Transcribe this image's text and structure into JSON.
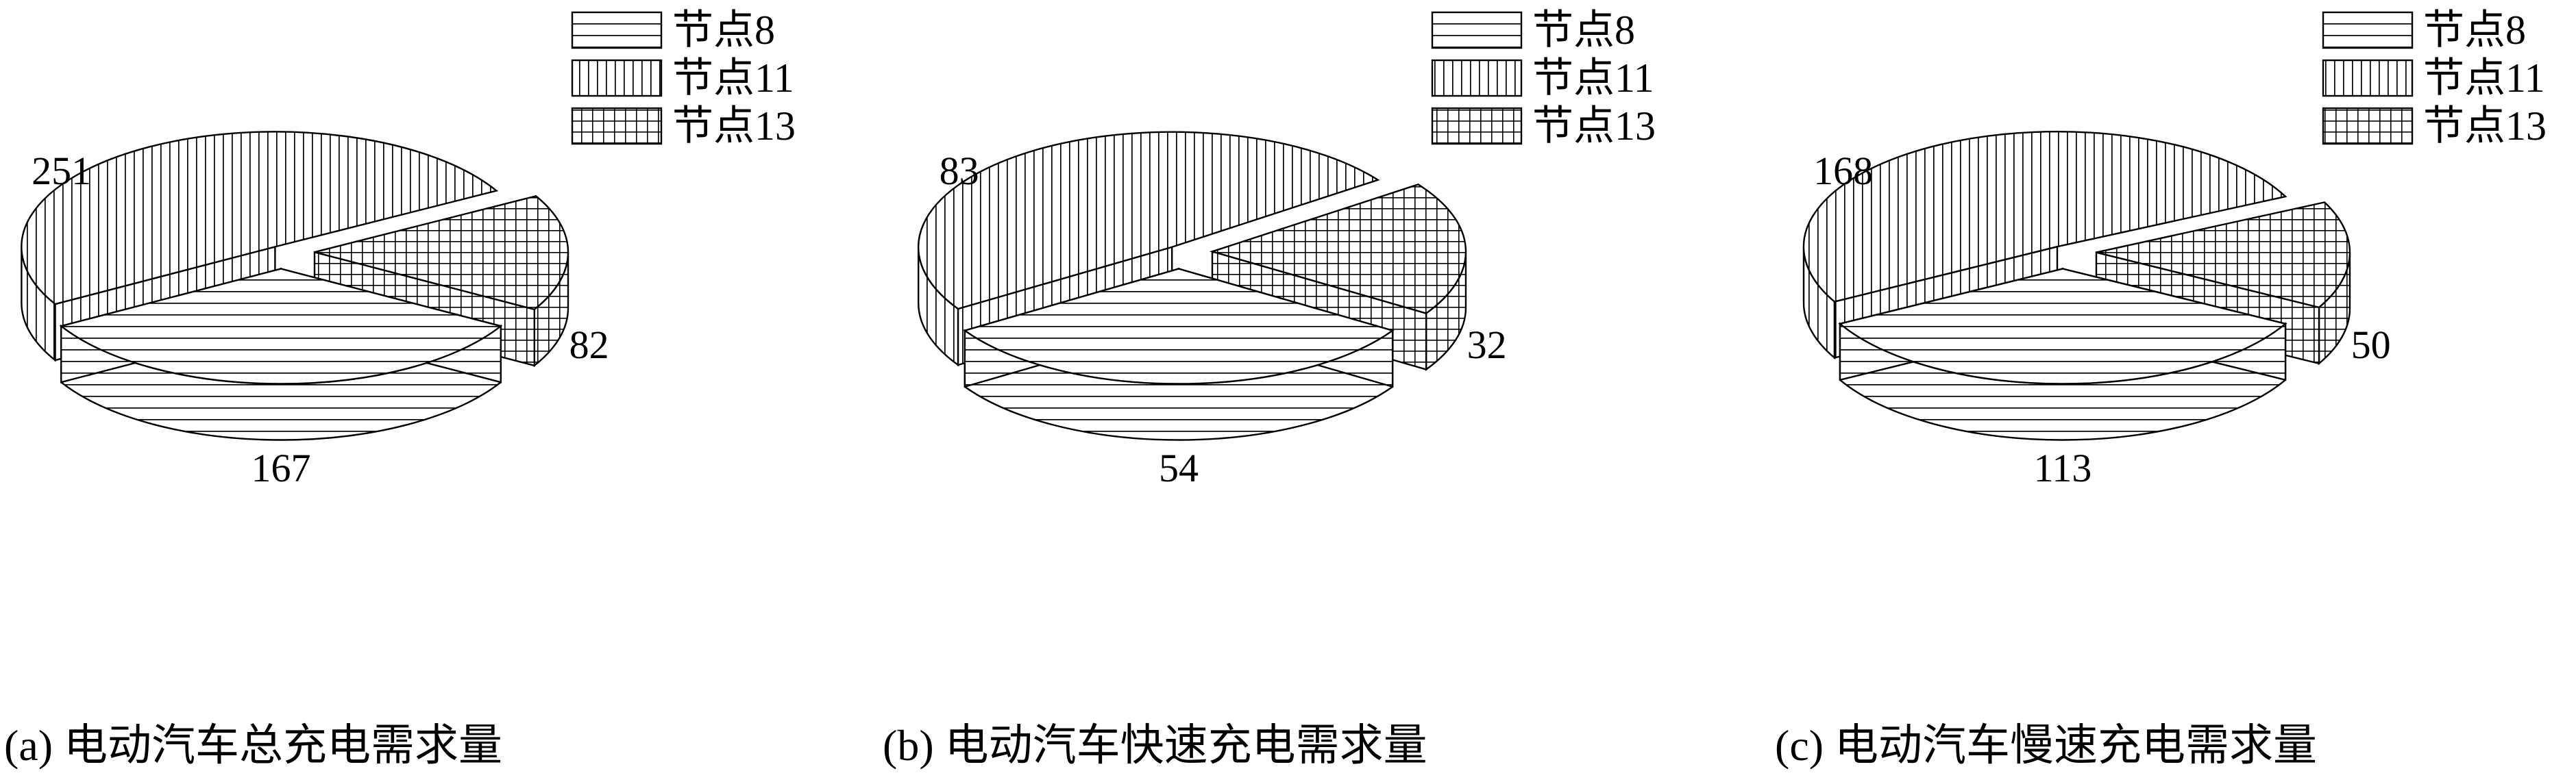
{
  "legend": [
    "节点8",
    "节点11",
    "节点13"
  ],
  "chart_data": [
    {
      "type": "pie",
      "caption": "(a) 电动汽车总充电需求量",
      "categories": [
        "节点8",
        "节点11",
        "节点13"
      ],
      "values": [
        167,
        251,
        82
      ],
      "style": "3d-exploded",
      "patterns": [
        "horizontal-lines",
        "vertical-lines",
        "grid"
      ],
      "legend_position": "top-right"
    },
    {
      "type": "pie",
      "caption": "(b) 电动汽车快速充电需求量",
      "categories": [
        "节点8",
        "节点11",
        "节点13"
      ],
      "values": [
        54,
        83,
        32
      ],
      "style": "3d-exploded",
      "patterns": [
        "horizontal-lines",
        "vertical-lines",
        "grid"
      ],
      "legend_position": "top-right"
    },
    {
      "type": "pie",
      "caption": "(c) 电动汽车慢速充电需求量",
      "categories": [
        "节点8",
        "节点11",
        "节点13"
      ],
      "values": [
        113,
        168,
        50
      ],
      "style": "3d-exploded",
      "patterns": [
        "horizontal-lines",
        "vertical-lines",
        "grid"
      ],
      "legend_position": "top-right"
    }
  ]
}
